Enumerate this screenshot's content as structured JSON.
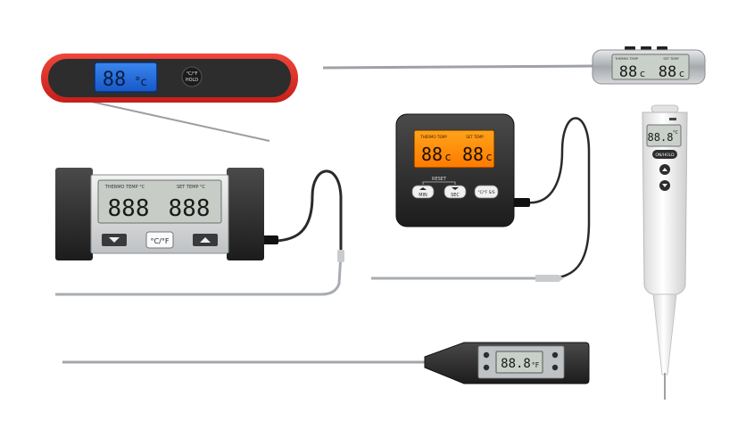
{
  "colors": {
    "background": "#ffffff",
    "red_body": "#e53027",
    "blue_lcd": "#1f6de0",
    "orange_lcd": "#ff8a00",
    "grey_lcd": "#c9cfc9",
    "black_body": "#2a2a2a",
    "white_body": "#f4f4f4",
    "steel": "#b9bcbf"
  },
  "thermometers": {
    "folding_red": {
      "display": "88",
      "unit": "°c",
      "button_top": "°C/°F",
      "button_bottom": "HOLD"
    },
    "probe_dual_lcd": {
      "label_left": "THERMO TEMP",
      "label_right": "SET TEMP",
      "left_value": "88",
      "right_value": "88",
      "unit": "c"
    },
    "wired_black_grey": {
      "label_left": "THERMO TEMP °C",
      "label_right": "SET TEMP °C",
      "left_value": "888",
      "right_value": "888",
      "unit_button": "°C/°F",
      "left_button_icon": "triangle-down-icon",
      "right_button_icon": "triangle-up-icon"
    },
    "wired_orange_square": {
      "label_left": "THERMO TEMP",
      "label_right": "SET TEMP",
      "left_value": "88",
      "right_value": "88",
      "unit": "c",
      "reset_label": "RESET",
      "buttons": [
        "MIN",
        "SEC",
        "°C/°F S/S"
      ]
    },
    "pen_white": {
      "display": "88.8",
      "unit": "°C",
      "button_label": "ON/HOLD"
    },
    "stick_black": {
      "display": "88.8",
      "unit": "°F"
    }
  }
}
